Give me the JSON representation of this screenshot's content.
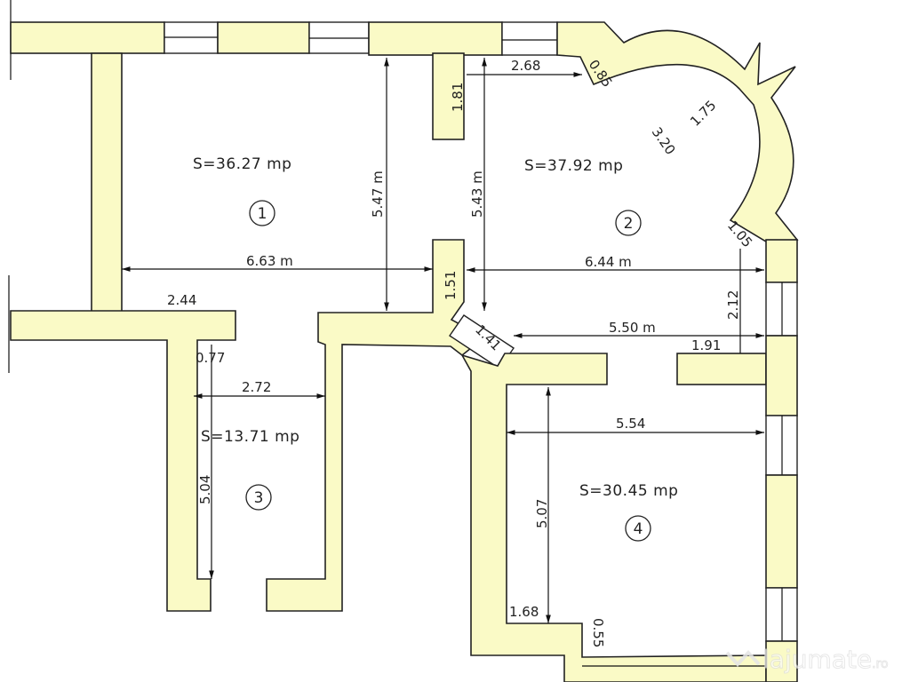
{
  "rooms": [
    {
      "number": "1",
      "area": "S=36.27 mp"
    },
    {
      "number": "2",
      "area": "S=37.92 mp"
    },
    {
      "number": "3",
      "area": "S=13.71 mp"
    },
    {
      "number": "4",
      "area": "S=30.45 mp"
    }
  ],
  "dimensions": {
    "r1_width": "6.63 m",
    "r1_height": "5.47 m",
    "r1_pier": "1.81",
    "r1_corridor": "2.44",
    "r2_width": "6.44 m",
    "r2_height": "5.43 m",
    "r2_top": "2.68",
    "r2_bay_a": "0.85",
    "r2_bay_b": "3.20",
    "r2_bay_c": "1.75",
    "r2_bay_d": "1.05",
    "r2_side": "2.12",
    "r2_lower": "5.50 m",
    "r2_lower_right": "1.91",
    "door_wall": "1.51",
    "door_diag": "1.41",
    "r3_gap": "0.77",
    "r3_width": "2.72",
    "r3_height": "5.04",
    "r4_width": "5.54",
    "r4_height": "5.07",
    "r4_bottom": "1.68",
    "r4_step": "0.55"
  },
  "watermark": "lajumate.ro",
  "colors": {
    "wall": "#fafac6",
    "line": "#222222"
  }
}
